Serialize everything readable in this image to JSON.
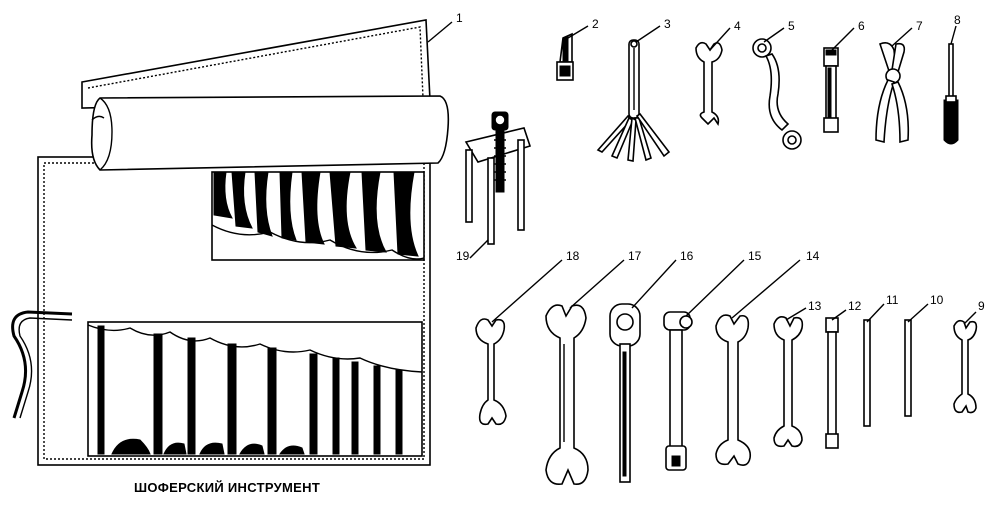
{
  "caption": "ШОФЕРСКИЙ ИНСТРУМЕНТ",
  "callouts": [
    {
      "id": "1",
      "label": "1"
    },
    {
      "id": "2",
      "label": "2"
    },
    {
      "id": "3",
      "label": "3"
    },
    {
      "id": "4",
      "label": "4"
    },
    {
      "id": "5",
      "label": "5"
    },
    {
      "id": "6",
      "label": "6"
    },
    {
      "id": "7",
      "label": "7"
    },
    {
      "id": "8",
      "label": "8"
    },
    {
      "id": "9",
      "label": "9"
    },
    {
      "id": "10",
      "label": "10"
    },
    {
      "id": "11",
      "label": "11"
    },
    {
      "id": "12",
      "label": "12"
    },
    {
      "id": "13",
      "label": "13"
    },
    {
      "id": "14",
      "label": "14"
    },
    {
      "id": "15",
      "label": "15"
    },
    {
      "id": "16",
      "label": "16"
    },
    {
      "id": "17",
      "label": "17"
    },
    {
      "id": "18",
      "label": "18"
    },
    {
      "id": "19",
      "label": "19"
    }
  ],
  "colors": {
    "ink": "#000000",
    "paper": "#ffffff"
  }
}
